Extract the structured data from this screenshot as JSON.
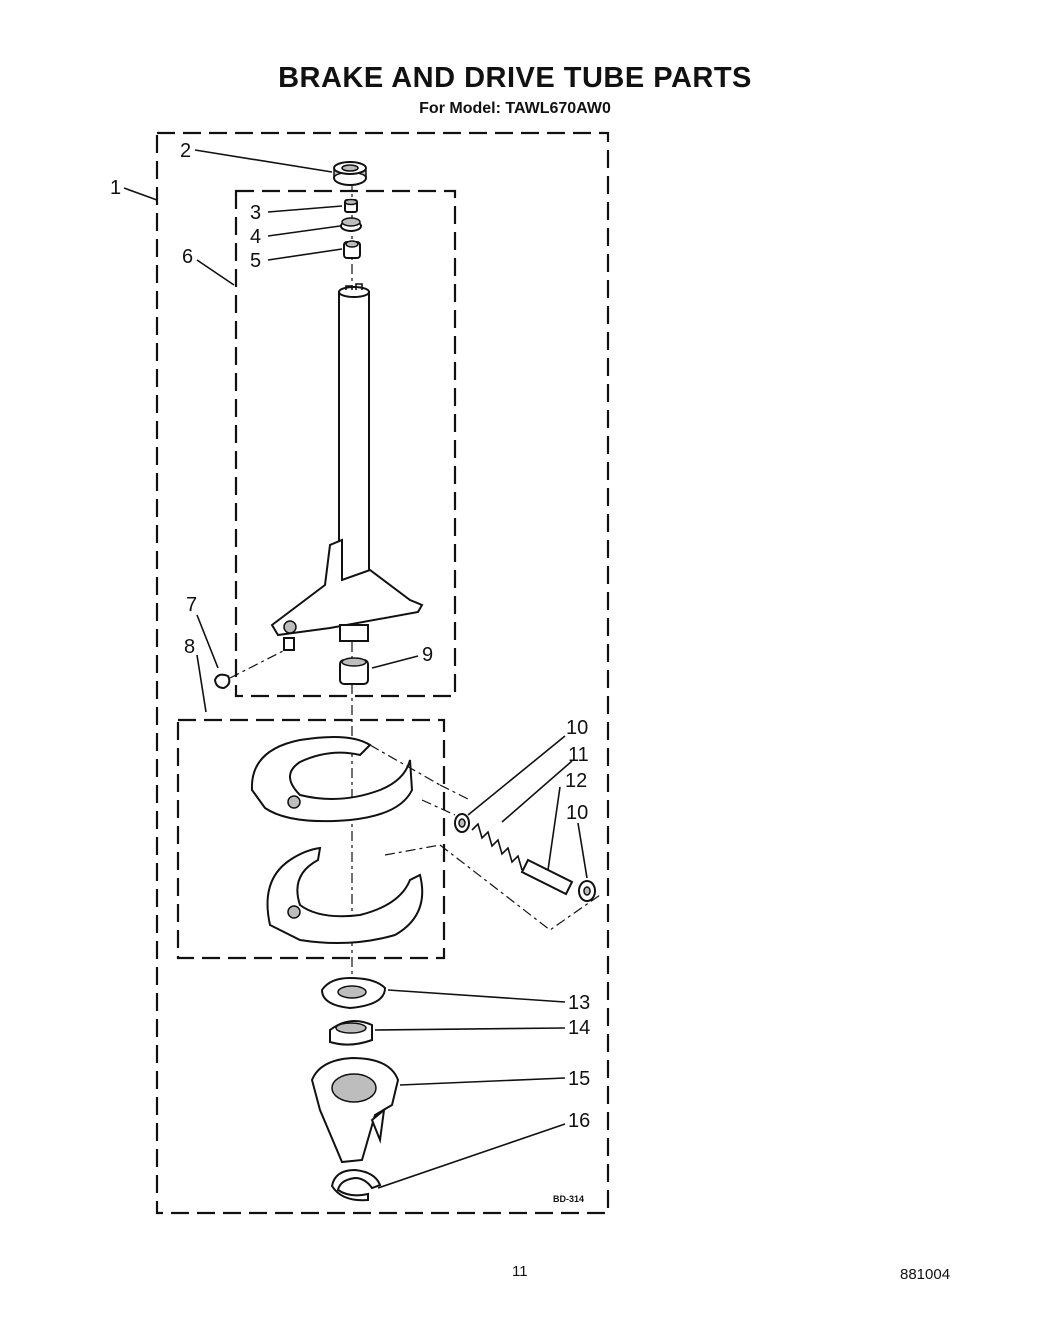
{
  "header": {
    "title": "BRAKE AND DRIVE TUBE PARTS",
    "subtitle": "For Model: TAWL670AW0"
  },
  "diagram": {
    "figure_code": "BD-314",
    "callouts": [
      {
        "id": "1",
        "label": "1"
      },
      {
        "id": "2",
        "label": "2"
      },
      {
        "id": "3",
        "label": "3"
      },
      {
        "id": "4",
        "label": "4"
      },
      {
        "id": "5",
        "label": "5"
      },
      {
        "id": "6",
        "label": "6"
      },
      {
        "id": "7",
        "label": "7"
      },
      {
        "id": "8",
        "label": "8"
      },
      {
        "id": "9",
        "label": "9"
      },
      {
        "id": "10a",
        "label": "10"
      },
      {
        "id": "11",
        "label": "11"
      },
      {
        "id": "12",
        "label": "12"
      },
      {
        "id": "10b",
        "label": "10"
      },
      {
        "id": "13",
        "label": "13"
      },
      {
        "id": "14",
        "label": "14"
      },
      {
        "id": "15",
        "label": "15"
      },
      {
        "id": "16",
        "label": "16"
      }
    ]
  },
  "footer": {
    "page_number": "11",
    "doc_code": "881004"
  }
}
